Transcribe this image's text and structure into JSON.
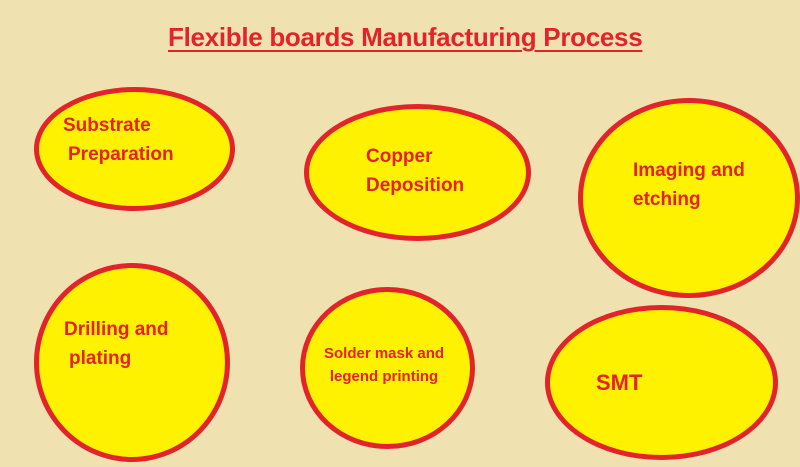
{
  "title": "Flexible boards Manufacturing Process",
  "colors": {
    "background": "#efe1b0",
    "fill": "#fff200",
    "stroke": "#e3232a",
    "text": "#e3232a"
  },
  "steps": [
    {
      "line1": "Substrate",
      "line2": "Preparation"
    },
    {
      "line1": "Copper",
      "line2": "Deposition"
    },
    {
      "line1": "Imaging and",
      "line2": "etching"
    },
    {
      "line1": "Drilling and",
      "line2": "plating"
    },
    {
      "line1": "Solder mask and",
      "line2": "legend printing"
    },
    {
      "line1": "SMT"
    }
  ]
}
